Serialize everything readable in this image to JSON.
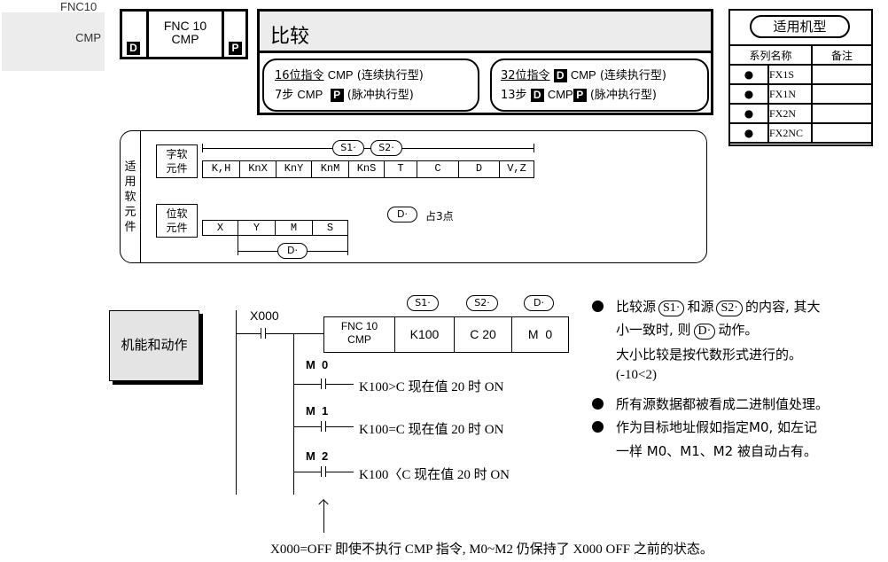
{
  "sidebar": {
    "code": "FNC10",
    "name": "CMP"
  },
  "fnc_box": {
    "line1": "FNC 10",
    "line2": "CMP",
    "d": "D",
    "p": "P"
  },
  "title": "比较",
  "bit16": {
    "label": "16位指令",
    "cmd": "CMP",
    "mode1": "(连续执行型)",
    "steps": "7步",
    "cmd2": "CMP",
    "p": "P",
    "mode2": "(脉冲执行型)"
  },
  "bit32": {
    "label": "32位指令",
    "d": "D",
    "cmd": "CMP",
    "mode1": "(连续执行型)",
    "steps": "13步",
    "cmd2": "CMP",
    "p": "P",
    "mode2": "(脉冲执行型)"
  },
  "models": {
    "title": "适用机型",
    "col1": "系列名称",
    "col2": "备注",
    "rows": [
      {
        "mark": "●",
        "name": "FX1S"
      },
      {
        "mark": "●",
        "name": "FX1N"
      },
      {
        "mark": "●",
        "name": "FX2N"
      },
      {
        "mark": "●",
        "name": "FX2NC"
      }
    ]
  },
  "devices": {
    "side": "适用软元件",
    "word_label": "字软元件",
    "bit_label": "位软元件",
    "word": [
      "K,H",
      "KnX",
      "KnY",
      "KnM",
      "KnS",
      "T",
      "C",
      "D",
      "V,Z"
    ],
    "bit": [
      "X",
      "Y",
      "M",
      "S"
    ],
    "s1": "S1·",
    "s2": "S2·",
    "d": "D·",
    "d_note": "占3点"
  },
  "section": "机能和动作",
  "ladder": {
    "input": "X000",
    "fnc": "FNC 10",
    "cmd": "CMP",
    "ops": [
      "K100",
      "C 20",
      "M  0"
    ],
    "op_labels": [
      "S1·",
      "S2·",
      "D·"
    ],
    "outputs": [
      {
        "coil": "M  0",
        "text": "K100>C 现在值 20 时 ON"
      },
      {
        "coil": "M  1",
        "text": "K100=C 现在值 20 时 ON"
      },
      {
        "coil": "M  2",
        "text": "K100〈C 现在值 20 时 ON"
      }
    ]
  },
  "desc": {
    "l1a": "比较源",
    "s1": "S1·",
    "l1b": "和源",
    "s2": "S2·",
    "l1c": "的内容, 其大",
    "l2a": "小一致时, 则",
    "d": "D·",
    "l2b": "动作。",
    "l3": "大小比较是按代数形式进行的。",
    "l4": "(-10<2)",
    "l5": "所有源数据都被看成二进制值处理。",
    "l6": "作为目标地址假如指定M0, 如左记",
    "l7": "一样 M0、M1、M2 被自动占有。"
  },
  "footnote": "X000=OFF 即使不执行 CMP 指令, M0~M2 仍保持了 X000 OFF 之前的状态。"
}
